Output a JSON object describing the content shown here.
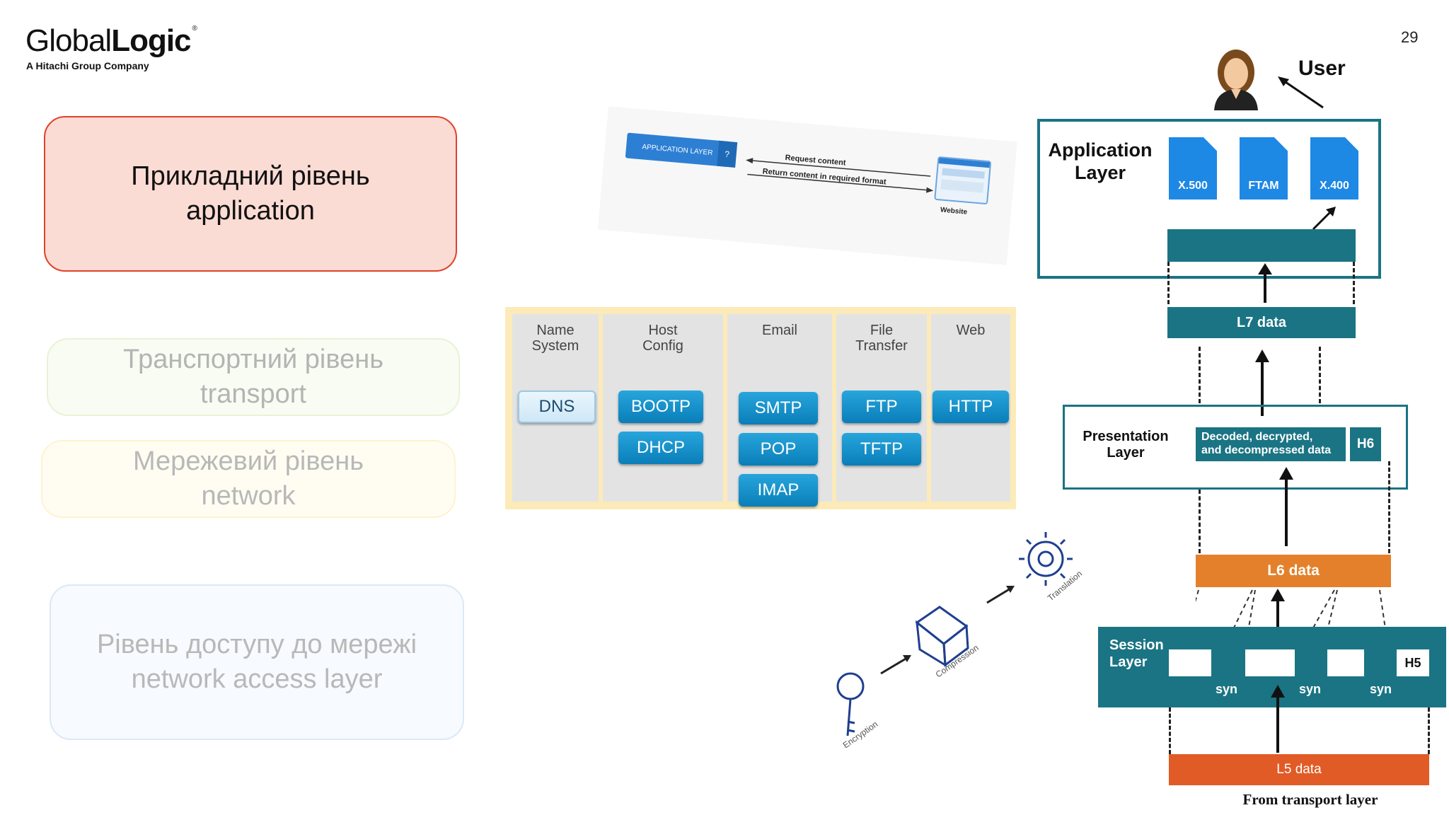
{
  "header": {
    "logo_light": "Global",
    "logo_bold": "Logic",
    "logo_mark": "®",
    "logo_sub": "A Hitachi Group Company",
    "page_number": "29"
  },
  "layers": [
    {
      "line1": "Прикладний рівень",
      "line2": "application",
      "active": true
    },
    {
      "line1": "Транспортний рівень",
      "line2": "transport",
      "active": false
    },
    {
      "line1": "Мережевий рівень",
      "line2": "network",
      "active": false
    },
    {
      "line1": "Рівень доступу до мережі",
      "line2": "network access layer",
      "active": false
    }
  ],
  "request_diagram": {
    "app_box": "APPLICATION LAYER",
    "app_box_mark": "?",
    "request": "Request content",
    "response": "Return content in required format",
    "website": "Website"
  },
  "protocols": {
    "columns": [
      {
        "title": "Name\nSystem",
        "items": [
          "DNS"
        ]
      },
      {
        "title": "Host\nConfig",
        "items": [
          "BOOTP",
          "DHCP"
        ]
      },
      {
        "title": "Email",
        "items": [
          "SMTP",
          "POP",
          "IMAP"
        ]
      },
      {
        "title": "File\nTransfer",
        "items": [
          "FTP",
          "TFTP"
        ]
      },
      {
        "title": "Web",
        "items": [
          "HTTP"
        ]
      }
    ]
  },
  "presentation_icons": {
    "encryption": "Encryption",
    "compression": "Compression",
    "translation": "Translation"
  },
  "osi": {
    "user": "User",
    "application_layer": "Application\nLayer",
    "app_protocols": [
      "X.500",
      "FTAM",
      "X.400"
    ],
    "l7": "L7 data",
    "presentation_layer": "Presentation\nLayer",
    "presentation_desc": "Decoded, decrypted,\nand decompressed data",
    "h6": "H6",
    "l6": "L6 data",
    "session_layer": "Session\nLayer",
    "h5": "H5",
    "syn": [
      "syn",
      "syn",
      "syn"
    ],
    "l5": "L5 data",
    "from": "From transport layer"
  },
  "colors": {
    "teal": "#1a7484",
    "orange": "#e4802b",
    "orange_dark": "#e15b26",
    "accent_red": "#e0412a"
  }
}
